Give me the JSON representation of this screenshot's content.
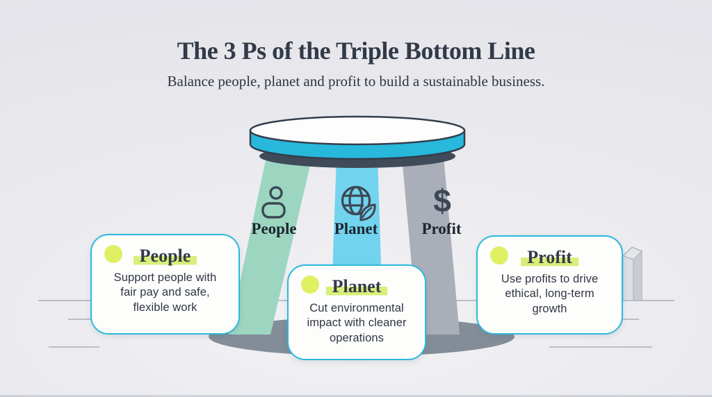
{
  "header": {
    "title": "The 3 Ps of the Triple Bottom Line",
    "subtitle": "Balance people, planet and profit to build a sustainable business."
  },
  "stool": {
    "legs": [
      {
        "label": "People",
        "icon": "person-icon",
        "color": "#9cd6c1"
      },
      {
        "label": "Planet",
        "icon": "globe-leaf-icon",
        "color": "#72d3ef"
      },
      {
        "label": "Profit",
        "icon": "dollar-icon",
        "color": "#a9aeb8"
      }
    ],
    "dollar_glyph": "$"
  },
  "cards": [
    {
      "title": "People",
      "body": "Support people with\nfair pay and safe,\nflexible work"
    },
    {
      "title": "Planet",
      "body": "Cut environmental\nimpact with cleaner\noperations"
    },
    {
      "title": "Profit",
      "body": "Use profits to drive\nethical, long-term\ngrowth"
    }
  ],
  "colors": {
    "background": "#eaeaee",
    "heading_text": "#323a47",
    "body_text": "#2f3542",
    "cyan_accent": "#27b8dc",
    "card_border": "#2ab9dd",
    "lime_dot": "#dff063",
    "lime_highlight": "#d9ee7a",
    "leg_people": "#9cd6c1",
    "leg_planet": "#72d3ef",
    "leg_profit": "#a9aeb8",
    "seat_top": "#fdfdfd",
    "joint_dark": "#3f4b59",
    "outline_dark": "#333e4c",
    "ground_shadow": "#7a8490",
    "icon_stroke": "#3d4854",
    "floor_line": "#b2b6bf"
  }
}
